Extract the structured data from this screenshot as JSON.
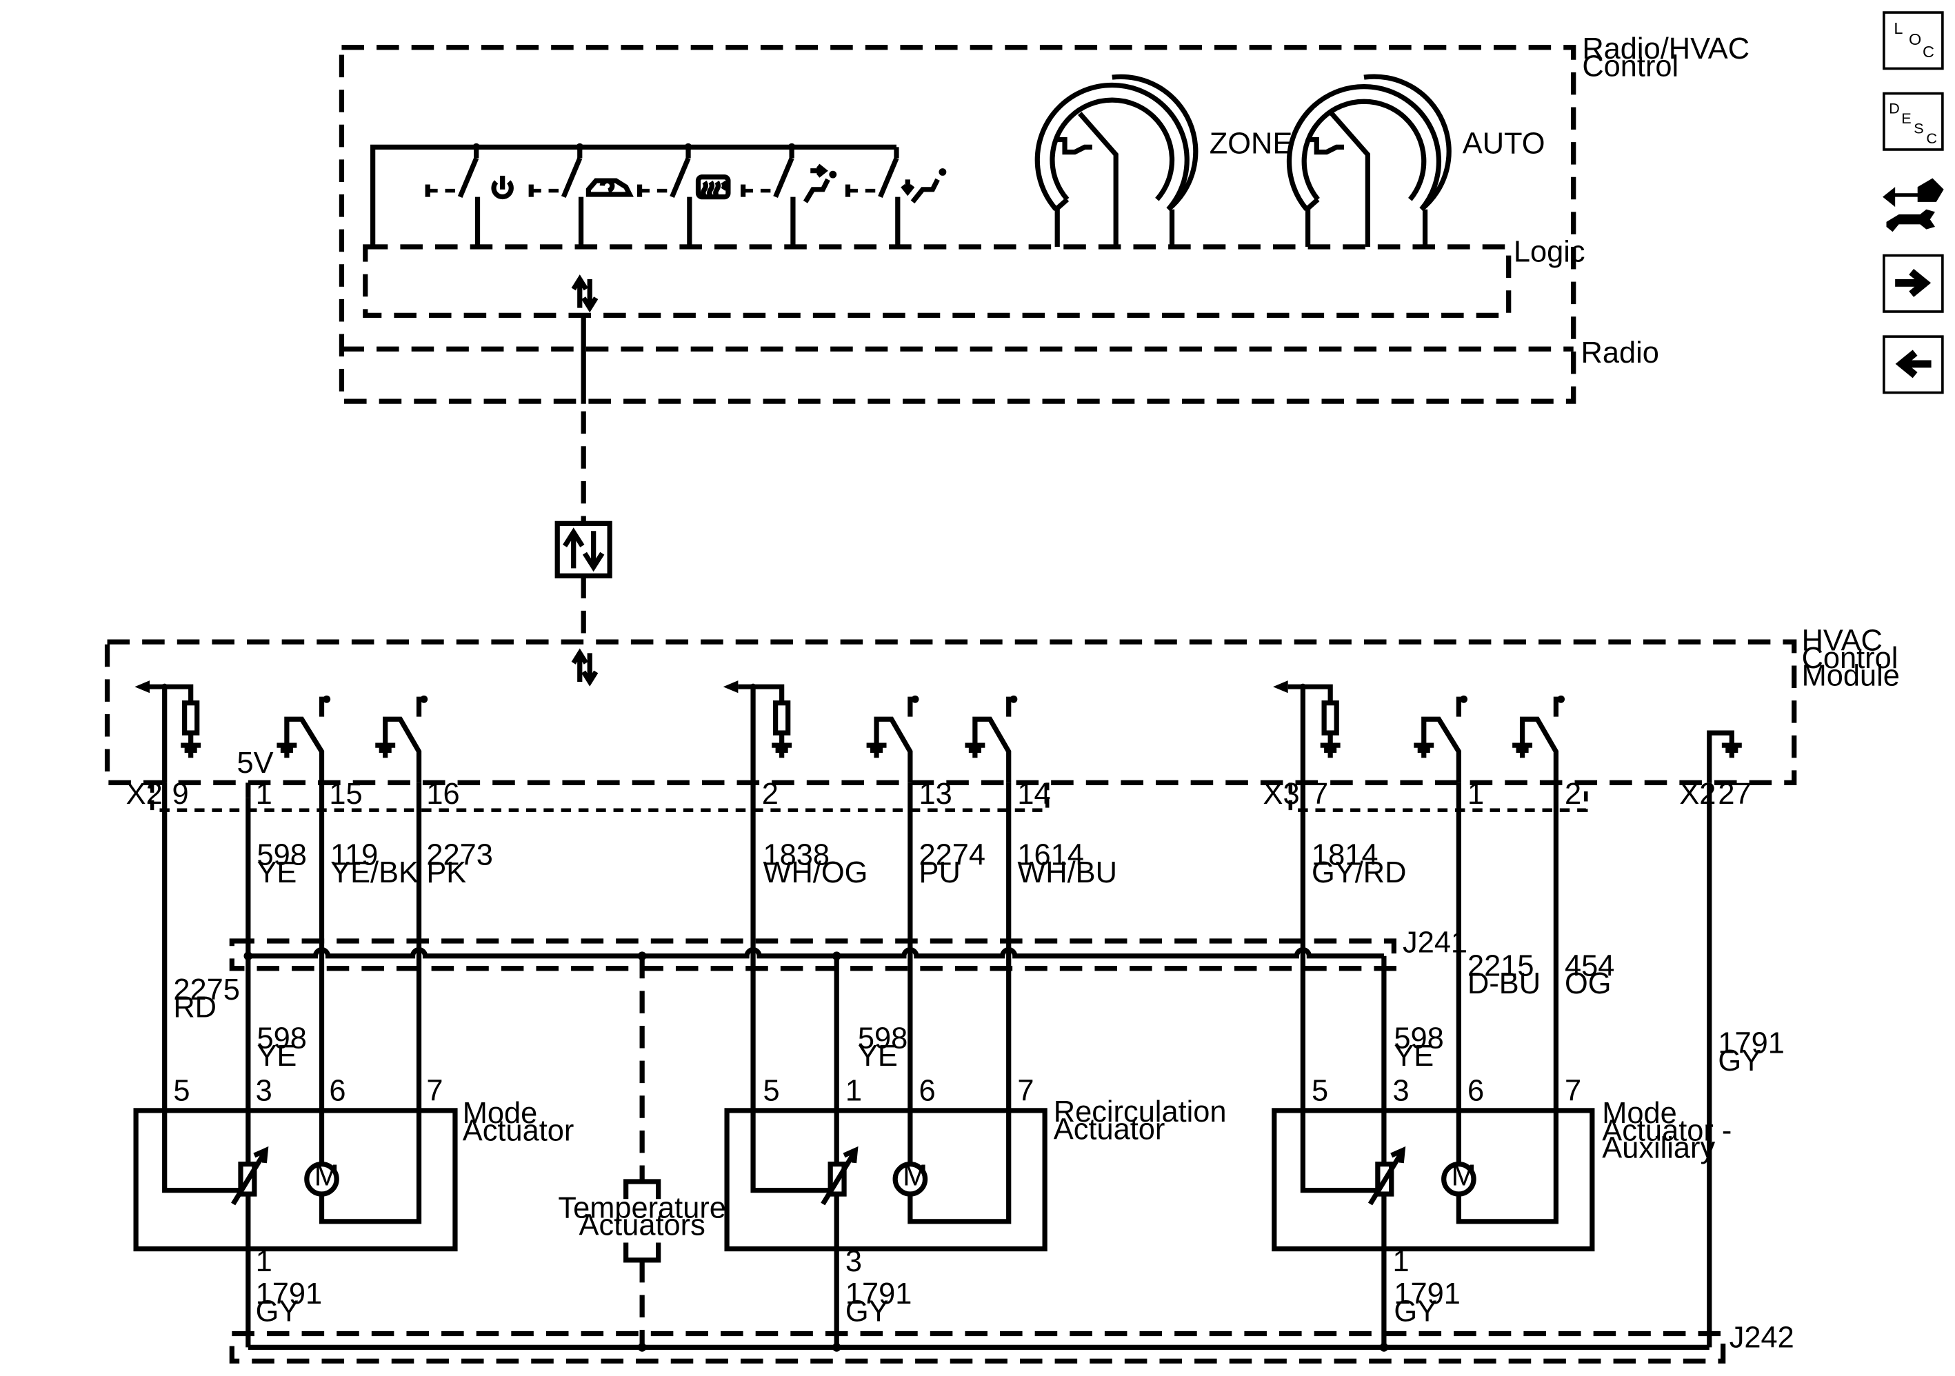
{
  "radio_hvac": {
    "label_line1": "Radio/HVAC",
    "label_line2": "Control",
    "logic_label": "Logic",
    "radio_label": "Radio",
    "knob1_label": "ZONE",
    "knob2_label": "AUTO",
    "switch_icons": [
      "power-icon",
      "recirculation-icon",
      "rear-defrost-icon",
      "vent-mode-icon",
      "floor-mode-icon"
    ]
  },
  "module": {
    "label_line1": "HVAC",
    "label_line2": "Control",
    "label_line3": "Module",
    "x2": "X2",
    "x3": "X3",
    "x2b": "X2",
    "v5": "5V",
    "pins": [
      "9",
      "1",
      "15",
      "16",
      "2",
      "13",
      "14",
      "7",
      "1",
      "2",
      "27"
    ]
  },
  "wires": [
    {
      "num": "2275",
      "color": "RD"
    },
    {
      "num": "598",
      "color": "YE"
    },
    {
      "num": "119",
      "color": "YE/BK"
    },
    {
      "num": "2273",
      "color": "PK"
    },
    {
      "num": "598",
      "color": "YE"
    },
    {
      "num": "1838",
      "color": "WH/OG"
    },
    {
      "num": "2274",
      "color": "PU"
    },
    {
      "num": "1614",
      "color": "WH/BU"
    },
    {
      "num": "598",
      "color": "YE"
    },
    {
      "num": "1814",
      "color": "GY/RD"
    },
    {
      "num": "598",
      "color": "YE"
    },
    {
      "num": "2215",
      "color": "D-BU"
    },
    {
      "num": "454",
      "color": "OG"
    },
    {
      "num": "1791",
      "color": "GY"
    },
    {
      "num": "1791",
      "color": "GY"
    },
    {
      "num": "1791",
      "color": "GY"
    },
    {
      "num": "1791",
      "color": "GY"
    }
  ],
  "splices": {
    "j241": "J241",
    "j242": "J242"
  },
  "actuators": {
    "mode": {
      "line1": "Mode",
      "line2": "Actuator",
      "pins": [
        "5",
        "3",
        "6",
        "7",
        "1"
      ]
    },
    "recirc": {
      "line1": "Recirculation",
      "line2": "Actuator",
      "pins": [
        "5",
        "1",
        "6",
        "7",
        "3"
      ]
    },
    "aux": {
      "line1": "Mode",
      "line2": "Actuator -",
      "line3": "Auxiliary",
      "pins": [
        "5",
        "3",
        "6",
        "7",
        "1"
      ]
    }
  },
  "temperature": {
    "line1": "Temperature",
    "line2": "Actuators"
  },
  "motor_symbol": "M",
  "nav": {
    "loc": [
      "L",
      "O",
      "C"
    ],
    "desc": [
      "D",
      "E",
      "S",
      "C"
    ]
  }
}
